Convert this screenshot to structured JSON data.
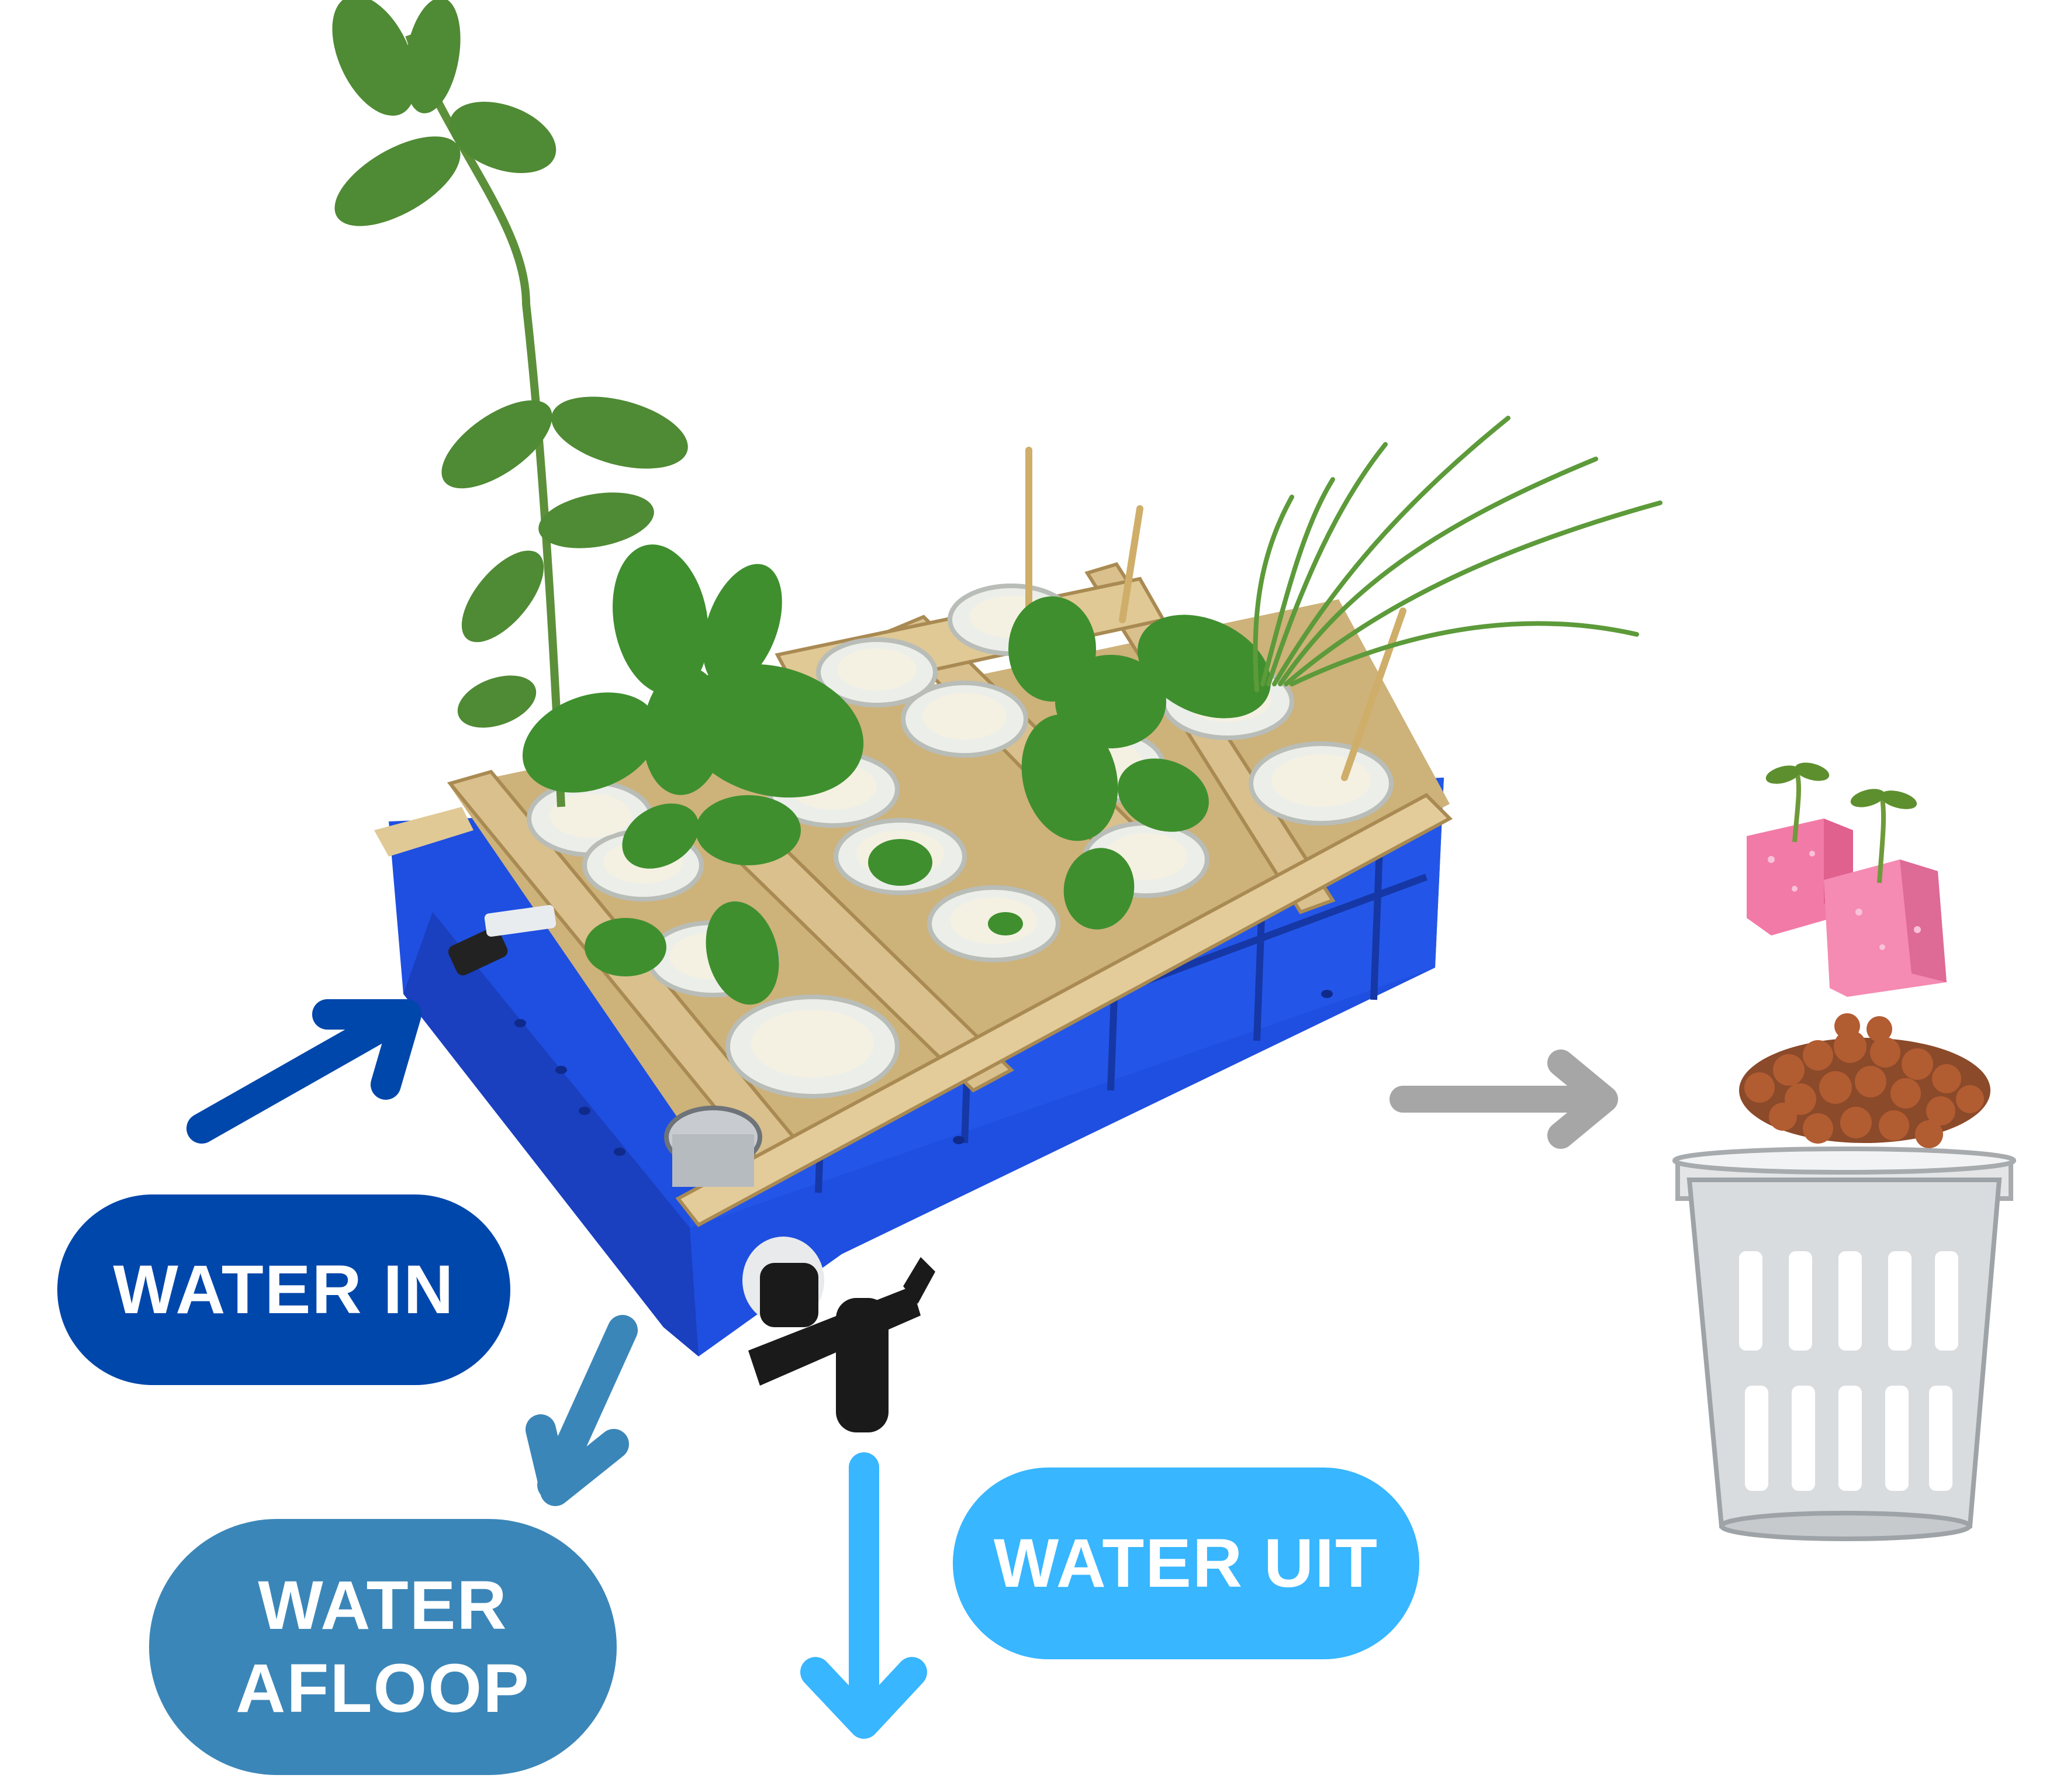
{
  "labels": {
    "water_in": "WATER IN",
    "water_out": "WATER UIT",
    "water_drain_line1": "WATER",
    "water_drain_line2": "AFLOOP"
  },
  "colors": {
    "water_in": "#0047ab",
    "water_drain": "#3b86b8",
    "water_out": "#38b6ff",
    "grey_arrow": "#a6a6a6",
    "tray_blue": "#1f4fe0",
    "wood": "#d9c08c",
    "leaf": "#3f8f2e",
    "sponge_pink": "#f27aa6",
    "clay_pebbles": "#a0522d",
    "net_pot": "#d9dcde"
  },
  "icons": [
    "arrow-up-right-icon",
    "arrow-down-left-icon",
    "arrow-down-icon",
    "arrow-right-icon"
  ]
}
